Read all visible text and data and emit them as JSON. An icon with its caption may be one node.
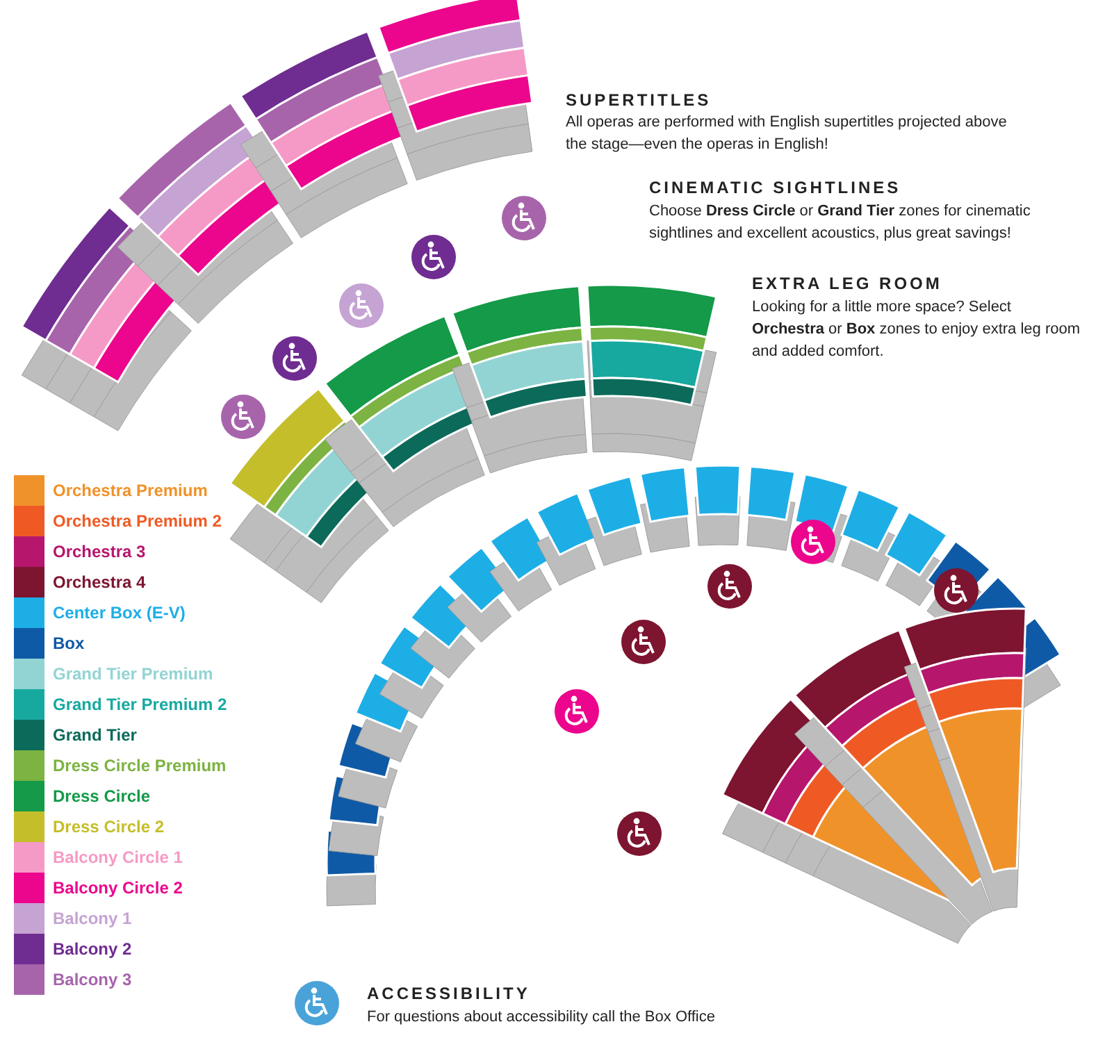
{
  "diagram": {
    "labels": [
      "SUPERTITLES",
      "All operas are performed with English supertitles projected above the stage—even the operas in English!",
      "CINEMATIC SIGHTLINES",
      "Choose **Dress Circle** or **Grand Tier** zones for cinematic sightlines and excellent acoustics, plus great savings!",
      "EXTRA LEG ROOM",
      "Looking for a little more space? Select **Orchestra** or **Box** zones to enjoy extra leg room and added comfort.",
      "ACCESSIBILITY",
      "For questions about accessibility call the Box Office"
    ],
    "legend": [
      {
        "text": "Orchestra Premium",
        "color": "#f0922a"
      },
      {
        "text": "Orchestra Premium 2",
        "color": "#ef5a24"
      },
      {
        "text": "Orchestra 3",
        "color": "#b7166d"
      },
      {
        "text": "Orchestra 4",
        "color": "#7d1430"
      },
      {
        "text": "Center Box (E-V)",
        "color": "#1eaee6"
      },
      {
        "text": "Box",
        "color": "#0f5aa6"
      },
      {
        "text": "Grand Tier Premium",
        "color": "#92d4d3"
      },
      {
        "text": "Grand Tier Premium 2",
        "color": "#17a9a0"
      },
      {
        "text": "Grand Tier",
        "color": "#0c6a5a"
      },
      {
        "text": "Dress Circle Premium",
        "color": "#7cb342"
      },
      {
        "text": "Dress Circle",
        "color": "#149a48"
      },
      {
        "text": "Dress Circle 2",
        "color": "#c4be2a"
      },
      {
        "text": "Balcony Circle 1",
        "color": "#f59ac6"
      },
      {
        "text": "Balcony Circle 2",
        "color": "#ec058d"
      },
      {
        "text": "Balcony 1",
        "color": "#c5a3d3"
      },
      {
        "text": "Balcony 2",
        "color": "#6f2c91"
      },
      {
        "text": "Balcony 3",
        "color": "#a764ab"
      }
    ]
  }
}
